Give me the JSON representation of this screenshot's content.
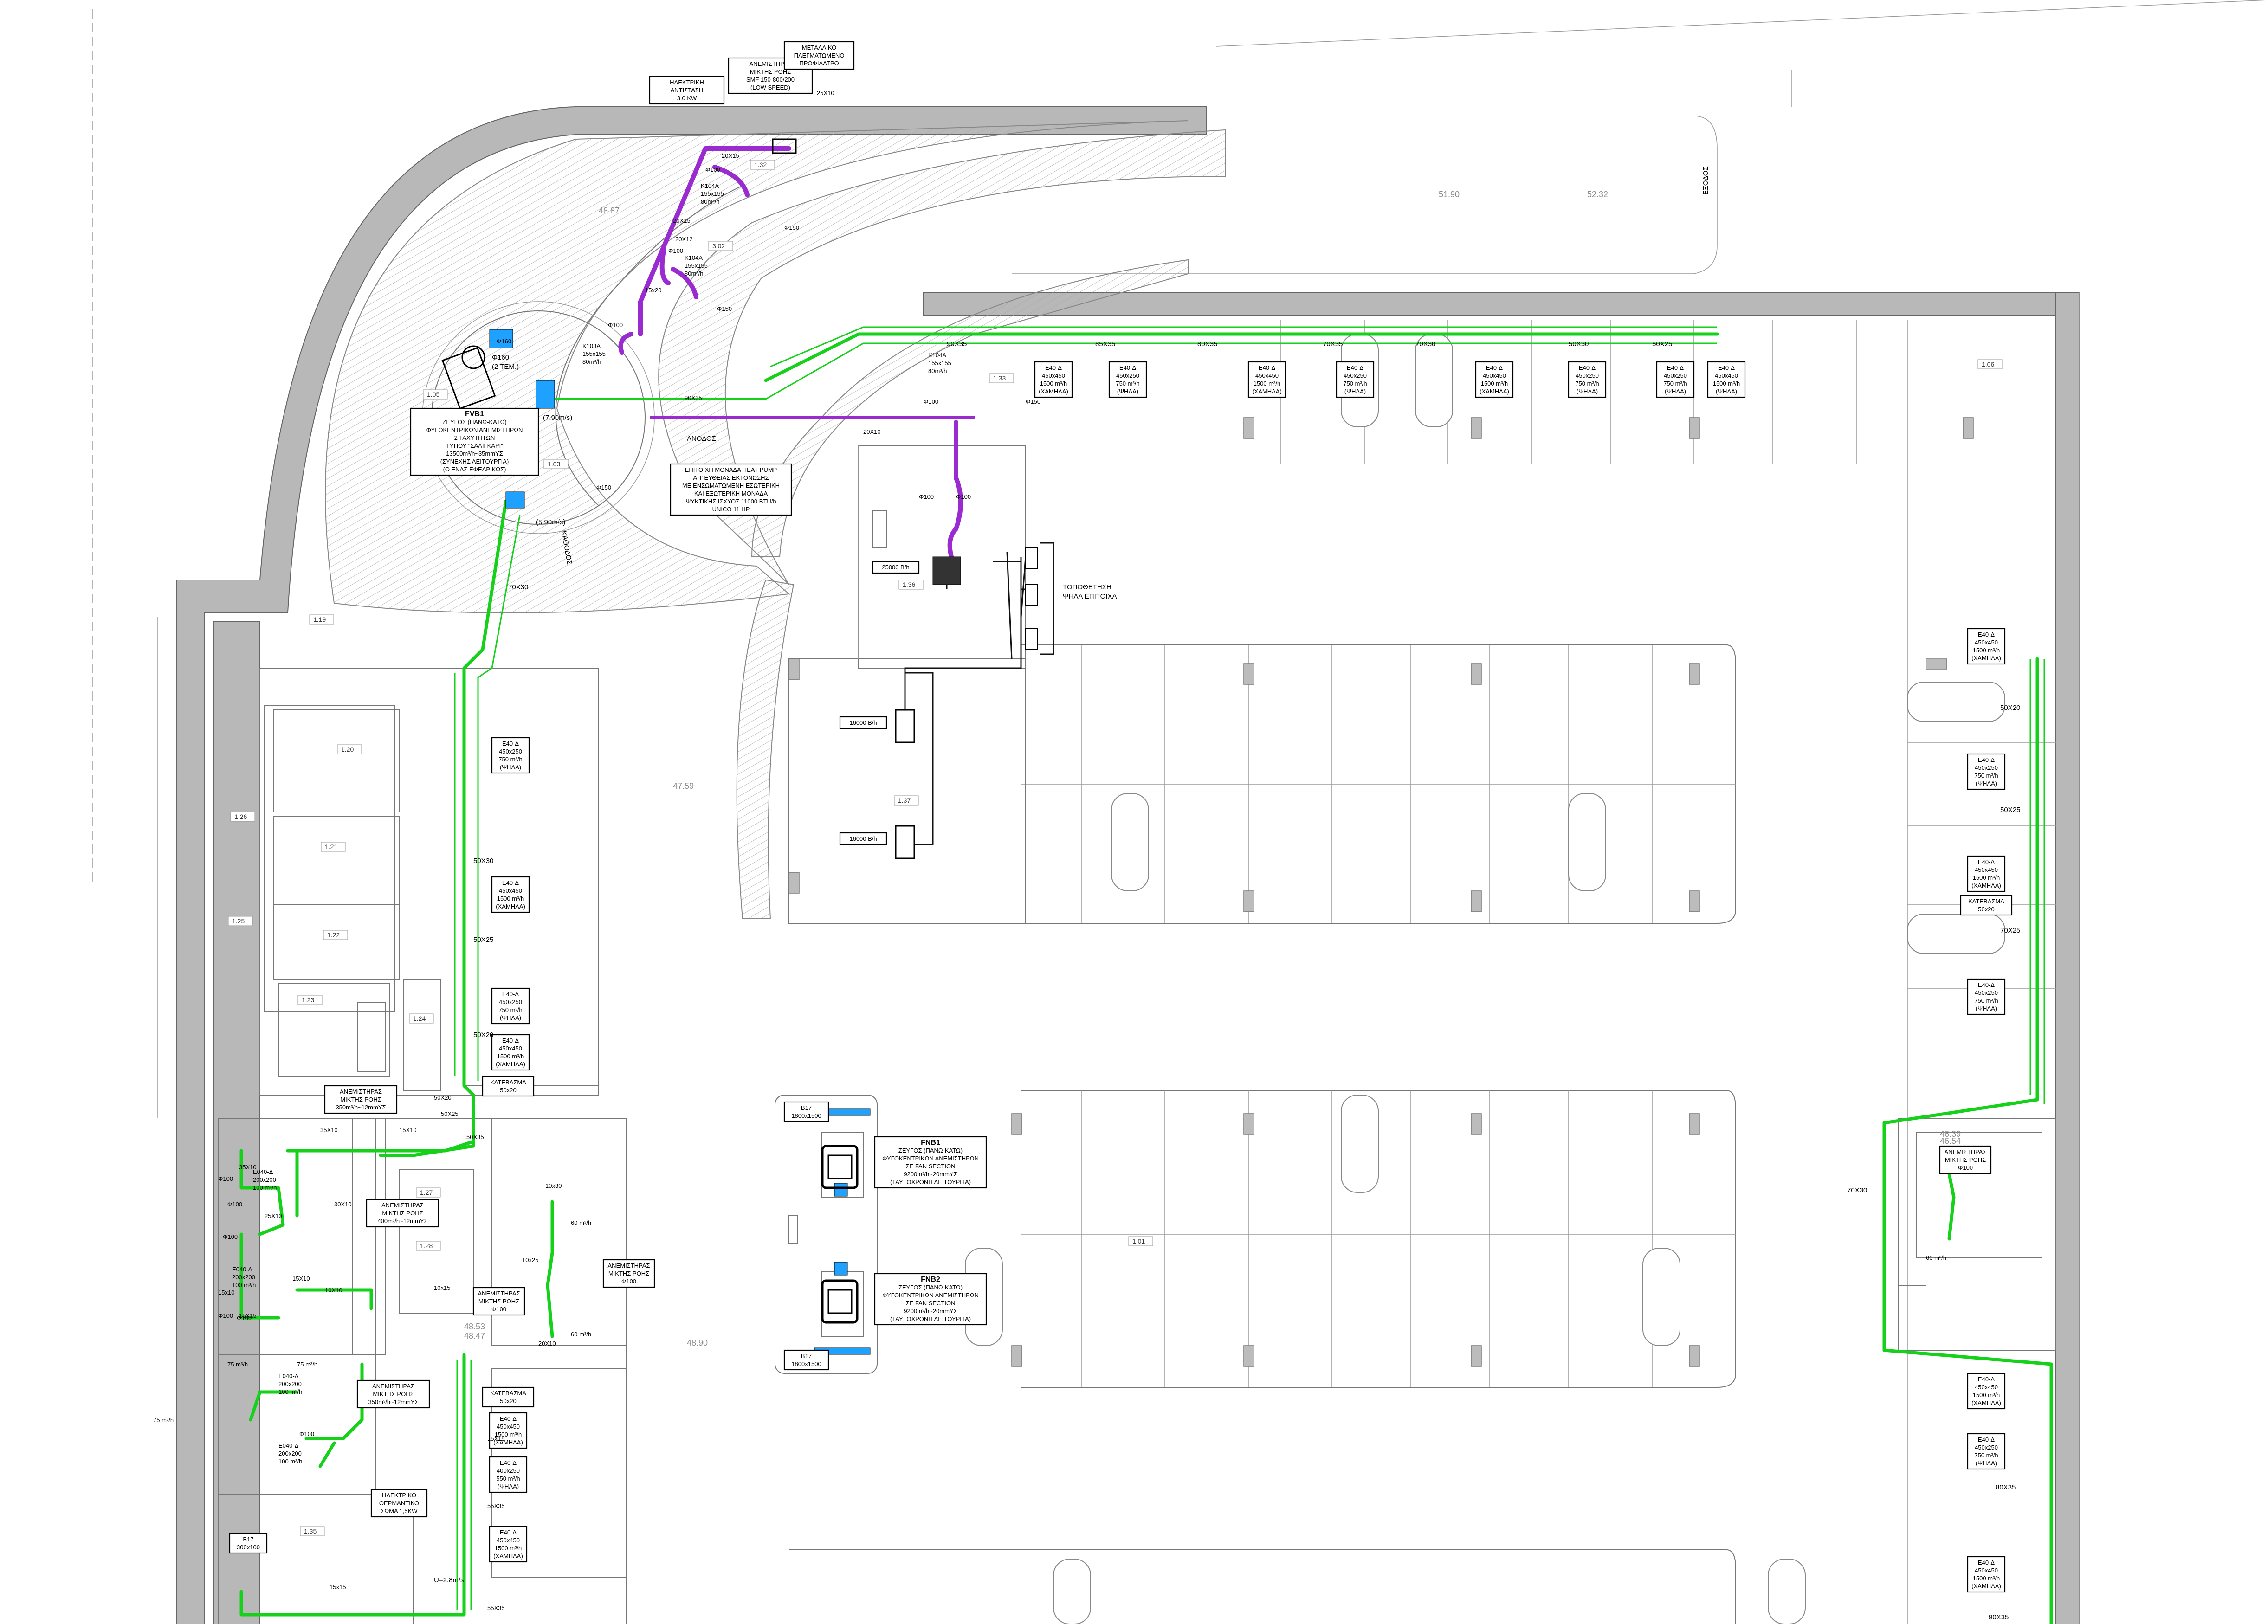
{
  "labels": {
    "heater_res": [
      "ΗΛΕΚΤΡΙΚΗ",
      "ΑΝΤΙΣΤΑΣΗ",
      "3.0 KW"
    ],
    "mixed_fan_top": [
      "ΑΝΕΜΙΣΤΗΡΑΣ",
      "ΜΙΚΤΗΣ ΡΟΗΣ",
      "SMF 150-800/200",
      "(LOW SPEED)"
    ],
    "metal_louver": [
      "ΜΕΤΑΛΛΙΚΟ",
      "ΠΛΕΓΜΑΤΩΜΕΝΟ",
      "ΠΡΟΦΙΛΑΤΡΟ"
    ],
    "fvb1": [
      "FVB1",
      "ΖΕΥΓΟΣ (ΠΑΝΩ-ΚΑΤΩ)",
      "ΦΥΓΟΚΕΝΤΡΙΚΩΝ ΑΝΕΜΙΣΤΗΡΩΝ",
      "2 ΤΑΧΥΤΗΤΩΝ",
      "ΤΥΠΟΥ \"ΣΑΛΙΓΚΑΡΙ\"",
      "13500m³/h~35mmΥΣ",
      "(ΣΥΝΕΧΗΣ ΛΕΙΤΟΥΡΓΙΑ)",
      "(Ο ΕΝΑΣ ΕΦΕΔΡΙΚΟΣ)"
    ],
    "heat_pump": [
      "ΕΠΙΤΟΙΧΗ ΜΟΝΑΔΑ HEAT PUMP",
      "ΑΠ' ΕΥΘΕΙΑΣ ΕΚΤΟΝΩΣΗΣ",
      "ΜΕ ΕΝΣΩΜΑΤΩΜΕΝΗ ΕΣΩΤΕΡΙΚΗ",
      "ΚΑΙ ΕΞΩΤΕΡΙΚΗ ΜΟΝΑΔΑ",
      "ΨΥΚΤΙΚΗΣ ΙΣΧΥΟΣ 11000 BTU/h",
      "UNICO 11 HP"
    ],
    "fnb1": [
      "FNB1",
      "ΖΕΥΓΟΣ (ΠΑΝΩ-ΚΑΤΩ)",
      "ΦΥΓΟΚΕΝΤΡΙΚΩΝ ΑΝΕΜΙΣΤΗΡΩΝ",
      "ΣΕ FAN SECTION",
      "9200m³/h~20mmΥΣ",
      "(ΤΑΥΤΟΧΡΟΝΗ ΛΕΙΤΟΥΡΓΙΑ)"
    ],
    "fnb2": [
      "FNB2",
      "ΖΕΥΓΟΣ (ΠΑΝΩ-ΚΑΤΩ)",
      "ΦΥΓΟΚΕΝΤΡΙΚΩΝ ΑΝΕΜΙΣΤΗΡΩΝ",
      "ΣΕ FAN SECTION",
      "9200m³/h~20mmΥΣ",
      "(ΤΑΥΤΟΧΡΟΝΗ ΛΕΙΤΟΥΡΓΙΑ)"
    ],
    "elec_heater": [
      "ΗΛΕΚΤΡΙΚΟ",
      "ΘΕΡΜΑΝΤΙΚΟ",
      "ΣΩΜΑ 1,5KW"
    ],
    "placement": [
      "ΤΟΠΟΘΕΤΗΣΗ",
      "ΨΗΛΑ ΕΠΙΤΟΙΧΑ"
    ],
    "fan_350a": [
      "ΑΝΕΜΙΣΤΗΡΑΣ",
      "ΜΙΚΤΗΣ ΡΟΗΣ",
      "350m³/h~12mmΥΣ"
    ],
    "fan_400": [
      "ΑΝΕΜΙΣΤΗΡΑΣ",
      "ΜΙΚΤΗΣ ΡΟΗΣ",
      "400m³/h~12mmΥΣ"
    ],
    "fan_350b": [
      "ΑΝΕΜΙΣΤΗΡΑΣ",
      "ΜΙΚΤΗΣ ΡΟΗΣ",
      "350m³/h~12mmΥΣ"
    ],
    "fan_phi100a": [
      "ΑΝΕΜΙΣΤΗΡΑΣ",
      "ΜΙΚΤΗΣ ΡΟΗΣ",
      "Φ100"
    ],
    "fan_phi100b": [
      "ΑΝΕΜΙΣΤΗΡΑΣ",
      "ΜΙΚΤΗΣ ΡΟΗΣ",
      "Φ100"
    ],
    "fan_phi100c": [
      "ΑΝΕΜΙΣΤΗΡΑΣ",
      "ΜΙΚΤΗΣ ΡΟΗΣ",
      "Φ100"
    ],
    "b17_top": [
      "B17",
      "1800x1500"
    ],
    "b17_bot": [
      "B17",
      "1800x1500"
    ],
    "b17_left": [
      "B17",
      "300x100"
    ],
    "kateb_1": [
      "ΚΑΤΕΒΑΣΜΑ",
      "50x20"
    ],
    "kateb_2": [
      "ΚΑΤΕΒΑΣΜΑ",
      "50x20"
    ],
    "kateb_3": [
      "ΚΑΤΕΒΑΣΜΑ",
      "50x20"
    ],
    "ramp_down": "ΚΑΘΟΔΟΣ",
    "ramp_up": "ΑΝΟΔΟΣ",
    "exit": "ΕΞΟΔΟΣ"
  },
  "grilles_top": [
    [
      "E40-Δ",
      "450x450",
      "1500 m³/h",
      "(ΧΑΜΗΛΑ)"
    ],
    [
      "E40-Δ",
      "450x250",
      "750 m³/h",
      "(ΨΗΛΑ)"
    ],
    [
      "E40-Δ",
      "450x450",
      "1500 m³/h",
      "(ΧΑΜΗΛΑ)"
    ],
    [
      "E40-Δ",
      "450x250",
      "750 m³/h",
      "(ΨΗΛΑ)"
    ],
    [
      "E40-Δ",
      "450x450",
      "1500 m³/h",
      "(ΧΑΜΗΛΑ)"
    ],
    [
      "E40-Δ",
      "450x250",
      "750 m³/h",
      "(ΨΗΛΑ)"
    ],
    [
      "E40-Δ",
      "450x250",
      "750 m³/h",
      "(ΨΗΛΑ)"
    ],
    [
      "E40-Δ",
      "450x450",
      "1500 m³/h",
      "(ΨΗΛΑ)"
    ]
  ],
  "grilles_left": [
    [
      "E40-Δ",
      "450x250",
      "750 m³/h",
      "(ΨΗΛΑ)"
    ],
    [
      "E40-Δ",
      "450x450",
      "1500 m³/h",
      "(ΧΑΜΗΛΑ)"
    ],
    [
      "E40-Δ",
      "450x250",
      "750 m³/h",
      "(ΨΗΛΑ)"
    ],
    [
      "E40-Δ",
      "450x450",
      "1500 m³/h",
      "(ΧΑΜΗΛΑ)"
    ]
  ],
  "grilles_lower_left": [
    [
      "E40-Δ",
      "450x450",
      "1500 m³/h",
      "(ΧΑΜΗΛΑ)"
    ],
    [
      "E40-Δ",
      "400x250",
      "550 m³/h",
      "(ΨΗΛΑ)"
    ],
    [
      "E40-Δ",
      "450x450",
      "1500 m³/h",
      "(ΧΑΜΗΛΑ)"
    ]
  ],
  "grilles_right": [
    [
      "E40-Δ",
      "450x450",
      "1500 m³/h",
      "(ΧΑΜΗΛΑ)"
    ],
    [
      "E40-Δ",
      "450x250",
      "750 m³/h",
      "(ΨΗΛΑ)"
    ],
    [
      "E40-Δ",
      "450x450",
      "1500 m³/h",
      "(ΧΑΜΗΛΑ)"
    ],
    [
      "E40-Δ",
      "450x250",
      "750 m³/h",
      "(ΨΗΛΑ)"
    ],
    [
      "E40-Δ",
      "450x450",
      "1500 m³/h",
      "(ΧΑΜΗΛΑ)"
    ],
    [
      "E40-Δ",
      "450x250",
      "750 m³/h",
      "(ΨΗΛΑ)"
    ],
    [
      "E40-Δ",
      "450x450",
      "1500 m³/h",
      "(ΧΑΜΗΛΑ)"
    ]
  ],
  "wc_diffusers": [
    [
      "E040-Δ",
      "200x200",
      "100 m³/h"
    ],
    [
      "E040-Δ",
      "200x200",
      "100 m³/h"
    ],
    [
      "E040-Δ",
      "200x200",
      "100 m³/h"
    ],
    [
      "E040-Δ",
      "200x200",
      "100 m³/h"
    ]
  ],
  "duct_sizes": {
    "top_run": [
      "90X35",
      "85X35",
      "80X35",
      "70X35",
      "70X30",
      "50X30",
      "50X25"
    ],
    "left_run": [
      "70X30",
      "50X30",
      "50X25",
      "50X20"
    ],
    "right_run": [
      "50X20",
      "50X25",
      "70X25",
      "70X30",
      "80X35",
      "90X35"
    ],
    "misc": [
      "90X35",
      "20X10",
      "20X15",
      "20X15",
      "20X12",
      "15x20",
      "25X10",
      "35X10",
      "15X10",
      "35X10",
      "30X10",
      "25X10",
      "15X10",
      "10X10",
      "15x10",
      "15X15",
      "10x15",
      "10x25",
      "10x30",
      "20X10",
      "50X20",
      "50X25",
      "50X35",
      "15x15",
      "15X15",
      "55X35",
      "55X35"
    ]
  },
  "phi_labels": [
    "Φ100",
    "Φ100",
    "Φ100",
    "Φ100",
    "Φ100",
    "Φ100",
    "Φ100",
    "Φ100",
    "Φ100",
    "Φ100",
    "Φ100",
    "Φ100",
    "Φ160",
    "Φ150",
    "Φ150",
    "Φ150",
    "Φ150"
  ],
  "flow_labels": [
    "75 m³/h",
    "75 m³/h",
    "75 m³/h",
    "60 m³/h",
    "60 m³/h",
    "60 m³/h",
    "25000 B/h",
    "16000 B/h",
    "16000 B/h"
  ],
  "k_units": [
    [
      "K104A",
      "155x155",
      "80m³/h"
    ],
    [
      "K104A",
      "155x155",
      "80m³/h"
    ],
    [
      "K103A",
      "155x155",
      "80m³/h"
    ],
    [
      "K104A",
      "155x155",
      "80m³/h"
    ]
  ],
  "velocity": [
    "(7.90m/s)",
    "(5.90m/s)",
    "U=2.8m/s",
    "Φ160",
    "(2 ΤΕΜ.)"
  ],
  "rooms": [
    "1.01",
    "1.03",
    "1.05",
    "1.06",
    "1.19",
    "1.20",
    "1.21",
    "1.22",
    "1.23",
    "1.24",
    "1.25",
    "1.26",
    "1.27",
    "1.28",
    "1.32",
    "1.33",
    "1.35",
    "1.36",
    "1.37",
    "3.02"
  ],
  "levels": [
    "48.87",
    "51.90",
    "52.32",
    "47.59",
    "48.90",
    "48.53",
    "48.47",
    "46.39",
    "46.54"
  ]
}
